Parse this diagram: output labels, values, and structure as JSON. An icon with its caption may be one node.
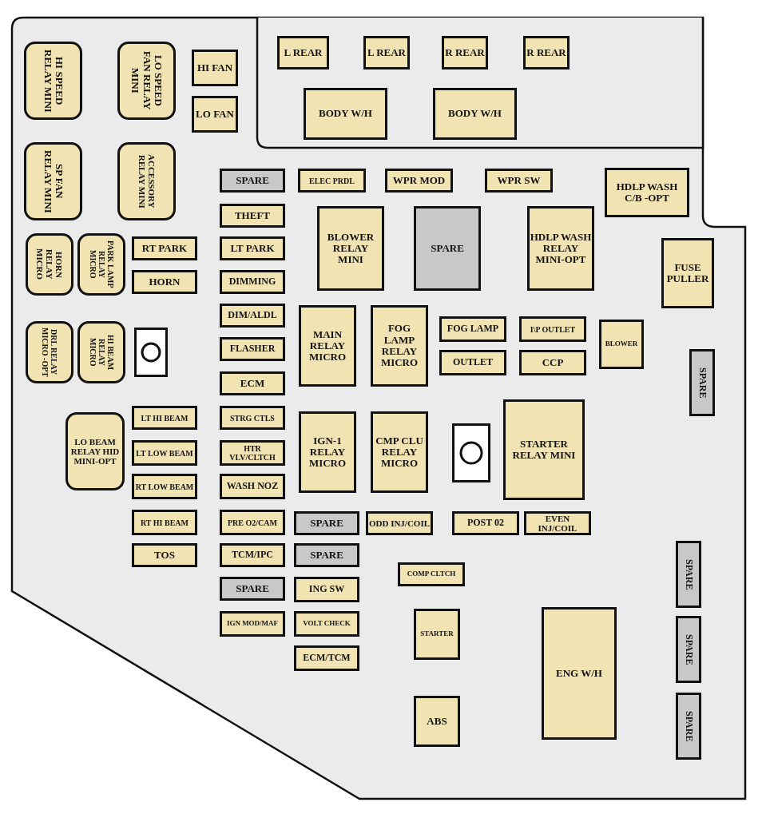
{
  "diagram": {
    "nodes": [
      {
        "text": [],
        "shape": "box"
      },
      {
        "text": [],
        "shape": "box",
        "in": 0
      },
      {
        "text": [
          "L REAR"
        ],
        "in": 1
      },
      {
        "text": [
          "L REAR"
        ],
        "in": 1
      },
      {
        "text": [
          "R REAR"
        ],
        "in": 1
      },
      {
        "text": [
          "R REAR"
        ],
        "in": 1
      },
      {
        "text": [
          "BODY W/H"
        ],
        "in": 1
      },
      {
        "text": [
          "BODY W/H"
        ],
        "in": 1
      },
      {
        "text": [
          "HI SPEED RELAY MINI"
        ],
        "in": 0
      },
      {
        "text": [
          "LO SPEED FAN RELAY MINI"
        ],
        "in": 0
      },
      {
        "text": [
          "HI FAN"
        ],
        "in": 0
      },
      {
        "text": [
          "LO FAN"
        ],
        "in": 0
      },
      {
        "text": [
          "SP FAN RELAY MINI"
        ],
        "in": 0
      },
      {
        "text": [
          "ACCESSORY RELAY MINI"
        ],
        "in": 0
      },
      {
        "text": [
          "SPARE"
        ],
        "in": 0
      },
      {
        "text": [
          "ELEC PRDL"
        ],
        "in": 0
      },
      {
        "text": [
          "WPR MOD"
        ],
        "in": 0
      },
      {
        "text": [
          "WPR SW"
        ],
        "in": 0
      },
      {
        "text": [
          "HDLP WASH C/B -OPT"
        ],
        "in": 0
      },
      {
        "text": [
          "THEFT"
        ],
        "in": 0
      },
      {
        "text": [
          "BLOWER RELAY MINI"
        ],
        "in": 0
      },
      {
        "text": [
          "SPARE"
        ],
        "in": 0
      },
      {
        "text": [
          "HDLP WASH RELAY MINI-OPT"
        ],
        "in": 0
      },
      {
        "text": [
          "HORN RELAY MICRO"
        ],
        "in": 0
      },
      {
        "text": [
          "PARK LAMP RELAY MICRO"
        ],
        "in": 0
      },
      {
        "text": [
          "RT PARK"
        ],
        "in": 0
      },
      {
        "text": [
          "LT PARK"
        ],
        "in": 0
      },
      {
        "text": [
          "FUSE PULLER"
        ],
        "in": 0
      },
      {
        "text": [
          "HORN"
        ],
        "in": 0
      },
      {
        "text": [
          "DIMMING"
        ],
        "in": 0
      },
      {
        "text": [
          "DIM/ALDL"
        ],
        "in": 0
      },
      {
        "text": [
          "MAIN RELAY MICRO"
        ],
        "in": 0
      },
      {
        "text": [
          "FOG LAMP RELAY MICRO"
        ],
        "in": 0
      },
      {
        "text": [
          "FOG LAMP"
        ],
        "in": 0
      },
      {
        "text": [
          "I\\P OUTLET"
        ],
        "in": 0
      },
      {
        "text": [
          "BLOWER"
        ],
        "in": 0
      },
      {
        "text": [
          "DRL RELAY MICRO -OPT"
        ],
        "in": 0
      },
      {
        "text": [
          "HI BEAM RELAY MICRO"
        ],
        "in": 0
      },
      {
        "text": [],
        "shape": "box",
        "in": 0
      },
      {
        "text": [
          "FLASHER"
        ],
        "in": 0
      },
      {
        "text": [
          "OUTLET"
        ],
        "in": 0
      },
      {
        "text": [
          "CCP"
        ],
        "in": 0
      },
      {
        "text": [
          "SPARE"
        ],
        "in": 0
      },
      {
        "text": [
          "ECM"
        ],
        "in": 0
      },
      {
        "text": [
          "LT HI BEAM"
        ],
        "in": 0
      },
      {
        "text": [
          "STRG CTLS"
        ],
        "in": 0
      },
      {
        "text": [
          "LO BEAM RELAY HID MINI-OPT"
        ],
        "in": 0
      },
      {
        "text": [
          "IGN-1 RELAY MICRO"
        ],
        "in": 0
      },
      {
        "text": [
          "CMP CLU RELAY MICRO"
        ],
        "in": 0
      },
      {
        "text": [],
        "shape": "box",
        "in": 0
      },
      {
        "text": [
          "STARTER RELAY MINI"
        ],
        "in": 0
      },
      {
        "text": [
          "LT LOW BEAM"
        ],
        "in": 0
      },
      {
        "text": [
          "HTR VLV/CLTCH"
        ],
        "in": 0
      },
      {
        "text": [
          "RT LOW BEAM"
        ],
        "in": 0
      },
      {
        "text": [
          "WASH NOZ"
        ],
        "in": 0
      },
      {
        "text": [
          "RT HI BEAM"
        ],
        "in": 0
      },
      {
        "text": [
          "PRE O2/CAM"
        ],
        "in": 0
      },
      {
        "text": [
          "SPARE"
        ],
        "in": 0
      },
      {
        "text": [
          "ODD INJ/COIL"
        ],
        "in": 0
      },
      {
        "text": [
          "POST 02"
        ],
        "in": 0
      },
      {
        "text": [
          "EVEN INJ/COIL"
        ],
        "in": 0
      },
      {
        "text": [
          "TOS"
        ],
        "in": 0
      },
      {
        "text": [
          "TCM/IPC"
        ],
        "in": 0
      },
      {
        "text": [
          "SPARE"
        ],
        "in": 0
      },
      {
        "text": [
          "SPARE"
        ],
        "in": 0
      },
      {
        "text": [
          "COMP CLTCH"
        ],
        "in": 0
      },
      {
        "text": [
          "SPARE"
        ],
        "in": 0
      },
      {
        "text": [
          "ING SW"
        ],
        "in": 0
      },
      {
        "text": [
          "IGN MOD/MAF"
        ],
        "in": 0
      },
      {
        "text": [
          "VOLT CHECK"
        ],
        "in": 0
      },
      {
        "text": [
          "STARTER"
        ],
        "in": 0
      },
      {
        "text": [
          "ENG W/H"
        ],
        "in": 0
      },
      {
        "text": [
          "SPARE"
        ],
        "in": 0
      },
      {
        "text": [
          "ECM/TCM"
        ],
        "in": 0
      },
      {
        "text": [
          "SPARE"
        ],
        "in": 0
      },
      {
        "text": [
          "ABS"
        ],
        "in": 0
      }
    ]
  }
}
